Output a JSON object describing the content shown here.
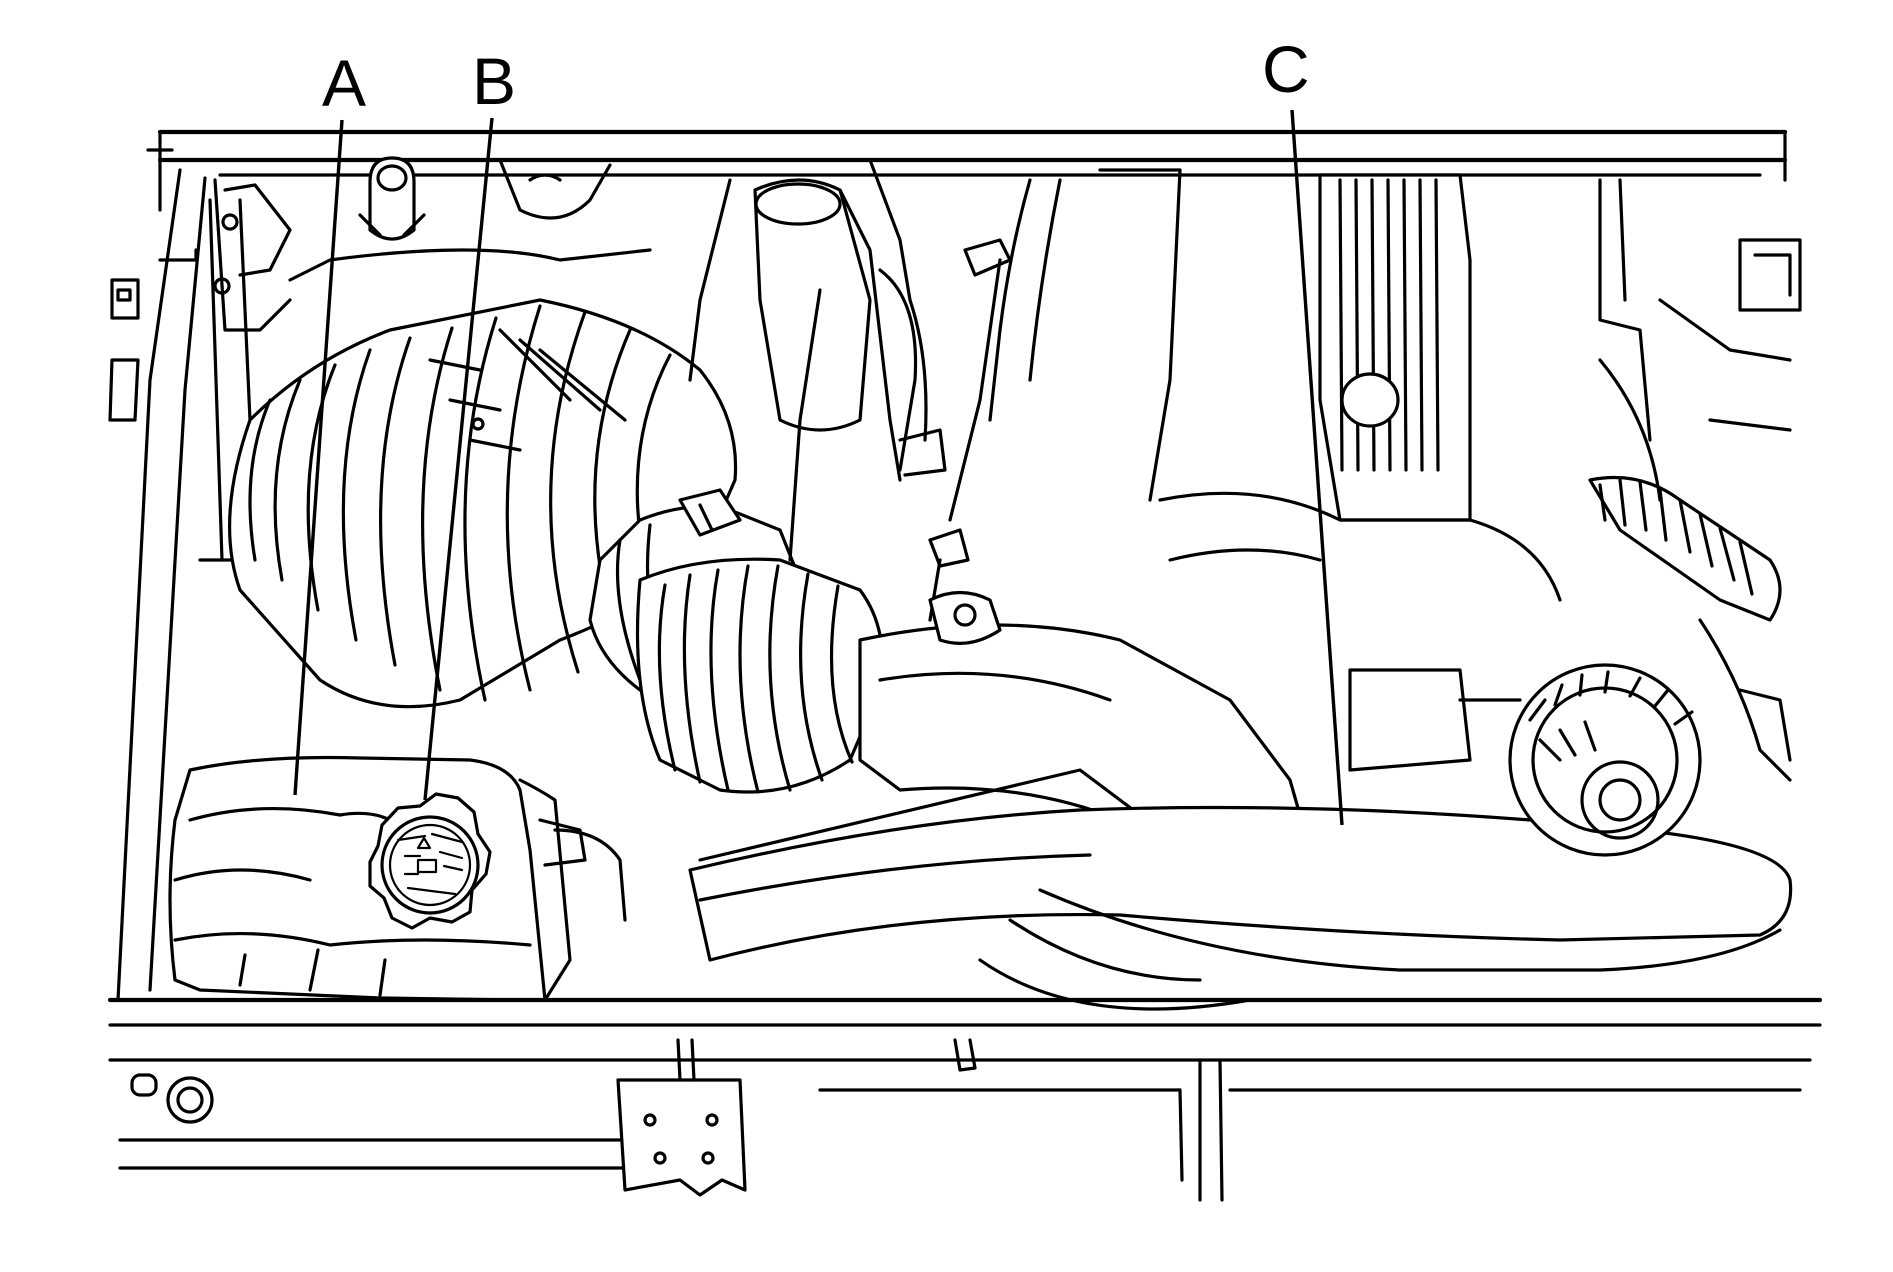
{
  "diagram": {
    "callouts": [
      {
        "id": "A",
        "label": "A"
      },
      {
        "id": "B",
        "label": "B"
      },
      {
        "id": "C",
        "label": "C"
      }
    ],
    "colors": {
      "ink": "#000000",
      "paper": "#ffffff"
    }
  }
}
